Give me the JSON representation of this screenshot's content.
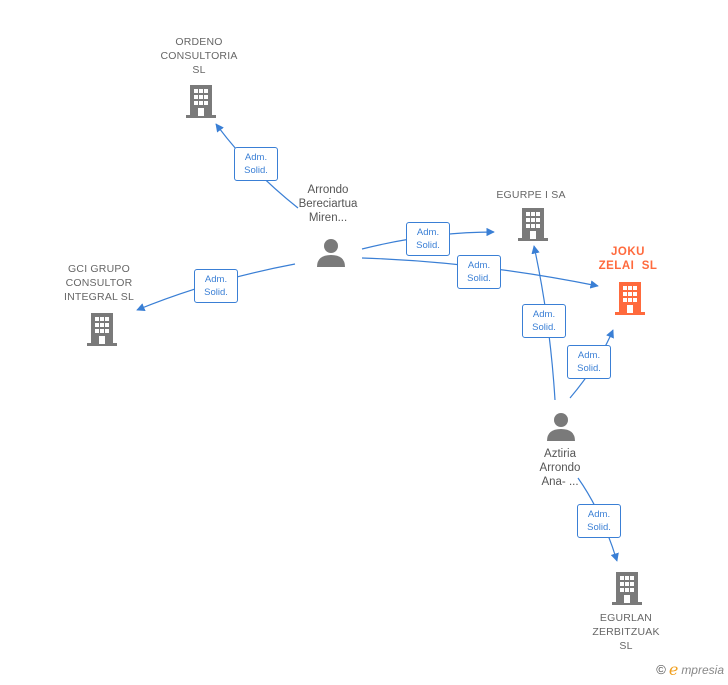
{
  "colors": {
    "edge": "#3a7fd5",
    "node": "#7a7a7a",
    "focus_node": "#ff6a3d"
  },
  "nodes": {
    "ordeno": {
      "label_lines": [
        "ORDENO",
        "CONSULTORIA",
        "SL"
      ],
      "icon": "building-icon"
    },
    "gci": {
      "label_lines": [
        "GCI GRUPO",
        "CONSULTOR",
        "INTEGRAL SL"
      ],
      "icon": "building-icon"
    },
    "arrondo": {
      "label_lines": [
        "Arrondo",
        "Bereciartua",
        "Miren..."
      ],
      "icon": "person-icon"
    },
    "egurpe": {
      "label_lines": [
        "EGURPE I SA"
      ],
      "icon": "building-icon"
    },
    "joku": {
      "label_lines": [
        "JOKU",
        "ZELAI  SL"
      ],
      "icon": "building-icon"
    },
    "aztiria": {
      "label_lines": [
        "Aztiria",
        "Arrondo",
        "Ana- ..."
      ],
      "icon": "person-icon"
    },
    "egurlan": {
      "label_lines": [
        "EGURLAN",
        "ZERBITZUAK",
        "SL"
      ],
      "icon": "building-icon"
    }
  },
  "edges": [
    {
      "from": "arrondo",
      "to": "ordeno",
      "label_lines": [
        "Adm.",
        "Solid."
      ]
    },
    {
      "from": "arrondo",
      "to": "gci",
      "label_lines": [
        "Adm.",
        "Solid."
      ]
    },
    {
      "from": "arrondo",
      "to": "egurpe",
      "label_lines": [
        "Adm.",
        "Solid."
      ]
    },
    {
      "from": "arrondo",
      "to": "joku",
      "label_lines": [
        "Adm.",
        "Solid."
      ]
    },
    {
      "from": "aztiria",
      "to": "egurpe",
      "label_lines": [
        "Adm.",
        "Solid."
      ]
    },
    {
      "from": "aztiria",
      "to": "joku",
      "label_lines": [
        "Adm.",
        "Solid."
      ]
    },
    {
      "from": "aztiria",
      "to": "egurlan",
      "label_lines": [
        "Adm.",
        "Solid."
      ]
    }
  ],
  "brand": {
    "copyright_symbol": "©",
    "name_first": "e",
    "name_rest": "mpresia"
  }
}
